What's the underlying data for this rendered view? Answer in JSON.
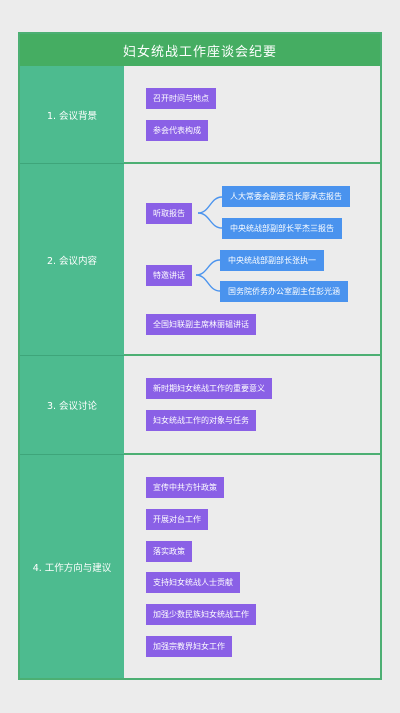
{
  "title": "妇女统战工作座谈会纪要",
  "colors": {
    "title_bg": "#45ad62",
    "section_label_bg": "#4dbb8f",
    "purple_node": "#8a60e6",
    "blue_node": "#4a93ee",
    "border": "#4caf73"
  },
  "sections": [
    {
      "label": "1. 会议背景",
      "items": [
        "召开时间与地点",
        "参会代表构成"
      ]
    },
    {
      "label": "2. 会议内容",
      "groups": [
        {
          "label": "听取报告",
          "children": [
            "人大常委会副委员长廖承志报告",
            "中央统战部副部长平杰三报告"
          ]
        },
        {
          "label": "特邀讲话",
          "children": [
            "中央统战部副部长张执一",
            "国务院侨务办公室副主任彭光涵"
          ]
        }
      ],
      "items": [
        "全国妇联副主席林丽韫讲话"
      ]
    },
    {
      "label": "3. 会议讨论",
      "items": [
        "新时期妇女统战工作的重要意义",
        "妇女统战工作的对象与任务"
      ]
    },
    {
      "label": "4. 工作方向与建议",
      "items": [
        "宣传中共方针政策",
        "开展对台工作",
        "落实政策",
        "支持妇女统战人士贡献",
        "加强少数民族妇女统战工作",
        "加强宗教界妇女工作"
      ]
    }
  ]
}
